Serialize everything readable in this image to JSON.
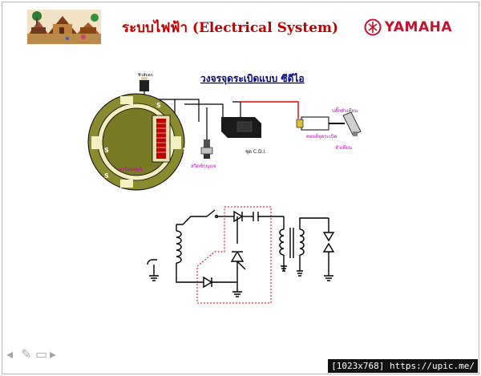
{
  "slide": {
    "title": "ระบบไฟฟ้า (Electrical System)",
    "brand": "YAMAHA"
  },
  "diagram": {
    "heading": "วงจรจุดระเบิดแบบ ซีดีไอ",
    "labels": {
      "top_small": "ฟิวส์บอก",
      "charge_coil": "ชาร์จคอยล์",
      "key_switch": "สวิตซ์กุญแจ",
      "cdi_unit": "ชุด C.D.I.",
      "ignition_coil": "คอยล์จุดระเบิด",
      "plug_cap": "ปลั๊กหัวเทียน",
      "spark_plug": "หัวเทียน",
      "s": "S"
    }
  },
  "colors": {
    "title_red": "#c00000",
    "brand_red": "#c8102e",
    "heading_blue": "#000080",
    "magenta": "#c000c0",
    "stator_olive": "#8a8a2e",
    "coil_red": "#c00000",
    "wire_red": "#e00000"
  },
  "watermark": "[1023x768] https://upic.me/"
}
